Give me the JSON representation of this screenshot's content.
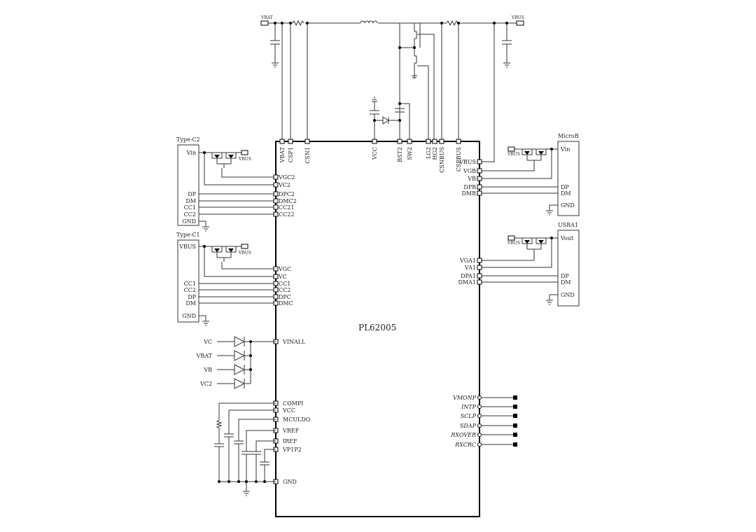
{
  "chip": {
    "name": "PL62005",
    "top_pins": [
      "VBAT",
      "CSP1",
      "CSN1",
      "VCC",
      "BST2",
      "SW2",
      "LG2",
      "HG2",
      "CSNBUS",
      "CSPBUS"
    ],
    "left_pins": [
      "VGC2",
      "VC2",
      "DPC2",
      "DMC2",
      "CC21",
      "CC22",
      "VGC",
      "VC",
      "CC1",
      "CC2",
      "DPC",
      "DMC",
      "VINALL",
      "COMPI",
      "VCC",
      "MCULDO",
      "VREF",
      "IREF",
      "VP1P2",
      "GND"
    ],
    "right_pins": [
      "VBUS",
      "VGB",
      "VB",
      "DPB",
      "DMB",
      "VGA1",
      "VA1",
      "DPA1",
      "DMA1",
      "VMONP",
      "INTP",
      "SCLP",
      "SDAP",
      "RXOVER",
      "RXCRC"
    ]
  },
  "power": {
    "vbat_port": "VBAT",
    "vbus_port": "VBUS"
  },
  "connectors": {
    "typec2": {
      "title": "Type-C2",
      "pins": [
        "Vin",
        "DP",
        "DM",
        "CC1",
        "CC2",
        "GND"
      ],
      "vbus_label": "VBUS"
    },
    "typec1": {
      "title": "Type-C1",
      "pins": [
        "VBUS",
        "CC1",
        "CC2",
        "DP",
        "DM",
        "GND"
      ],
      "vbus_label": "VBUS"
    },
    "microb": {
      "title": "MicroB",
      "pins": [
        "Vin",
        "DP",
        "DM",
        "GND"
      ],
      "vbus_label": "VBUS"
    },
    "usba1": {
      "title": "USBA1",
      "pins": [
        "Vout",
        "DP",
        "DM",
        "GND"
      ],
      "vbus_label": "VBUS"
    }
  },
  "diode_or": {
    "inputs": [
      "VC",
      "VBAT",
      "VB",
      "VC2"
    ]
  }
}
